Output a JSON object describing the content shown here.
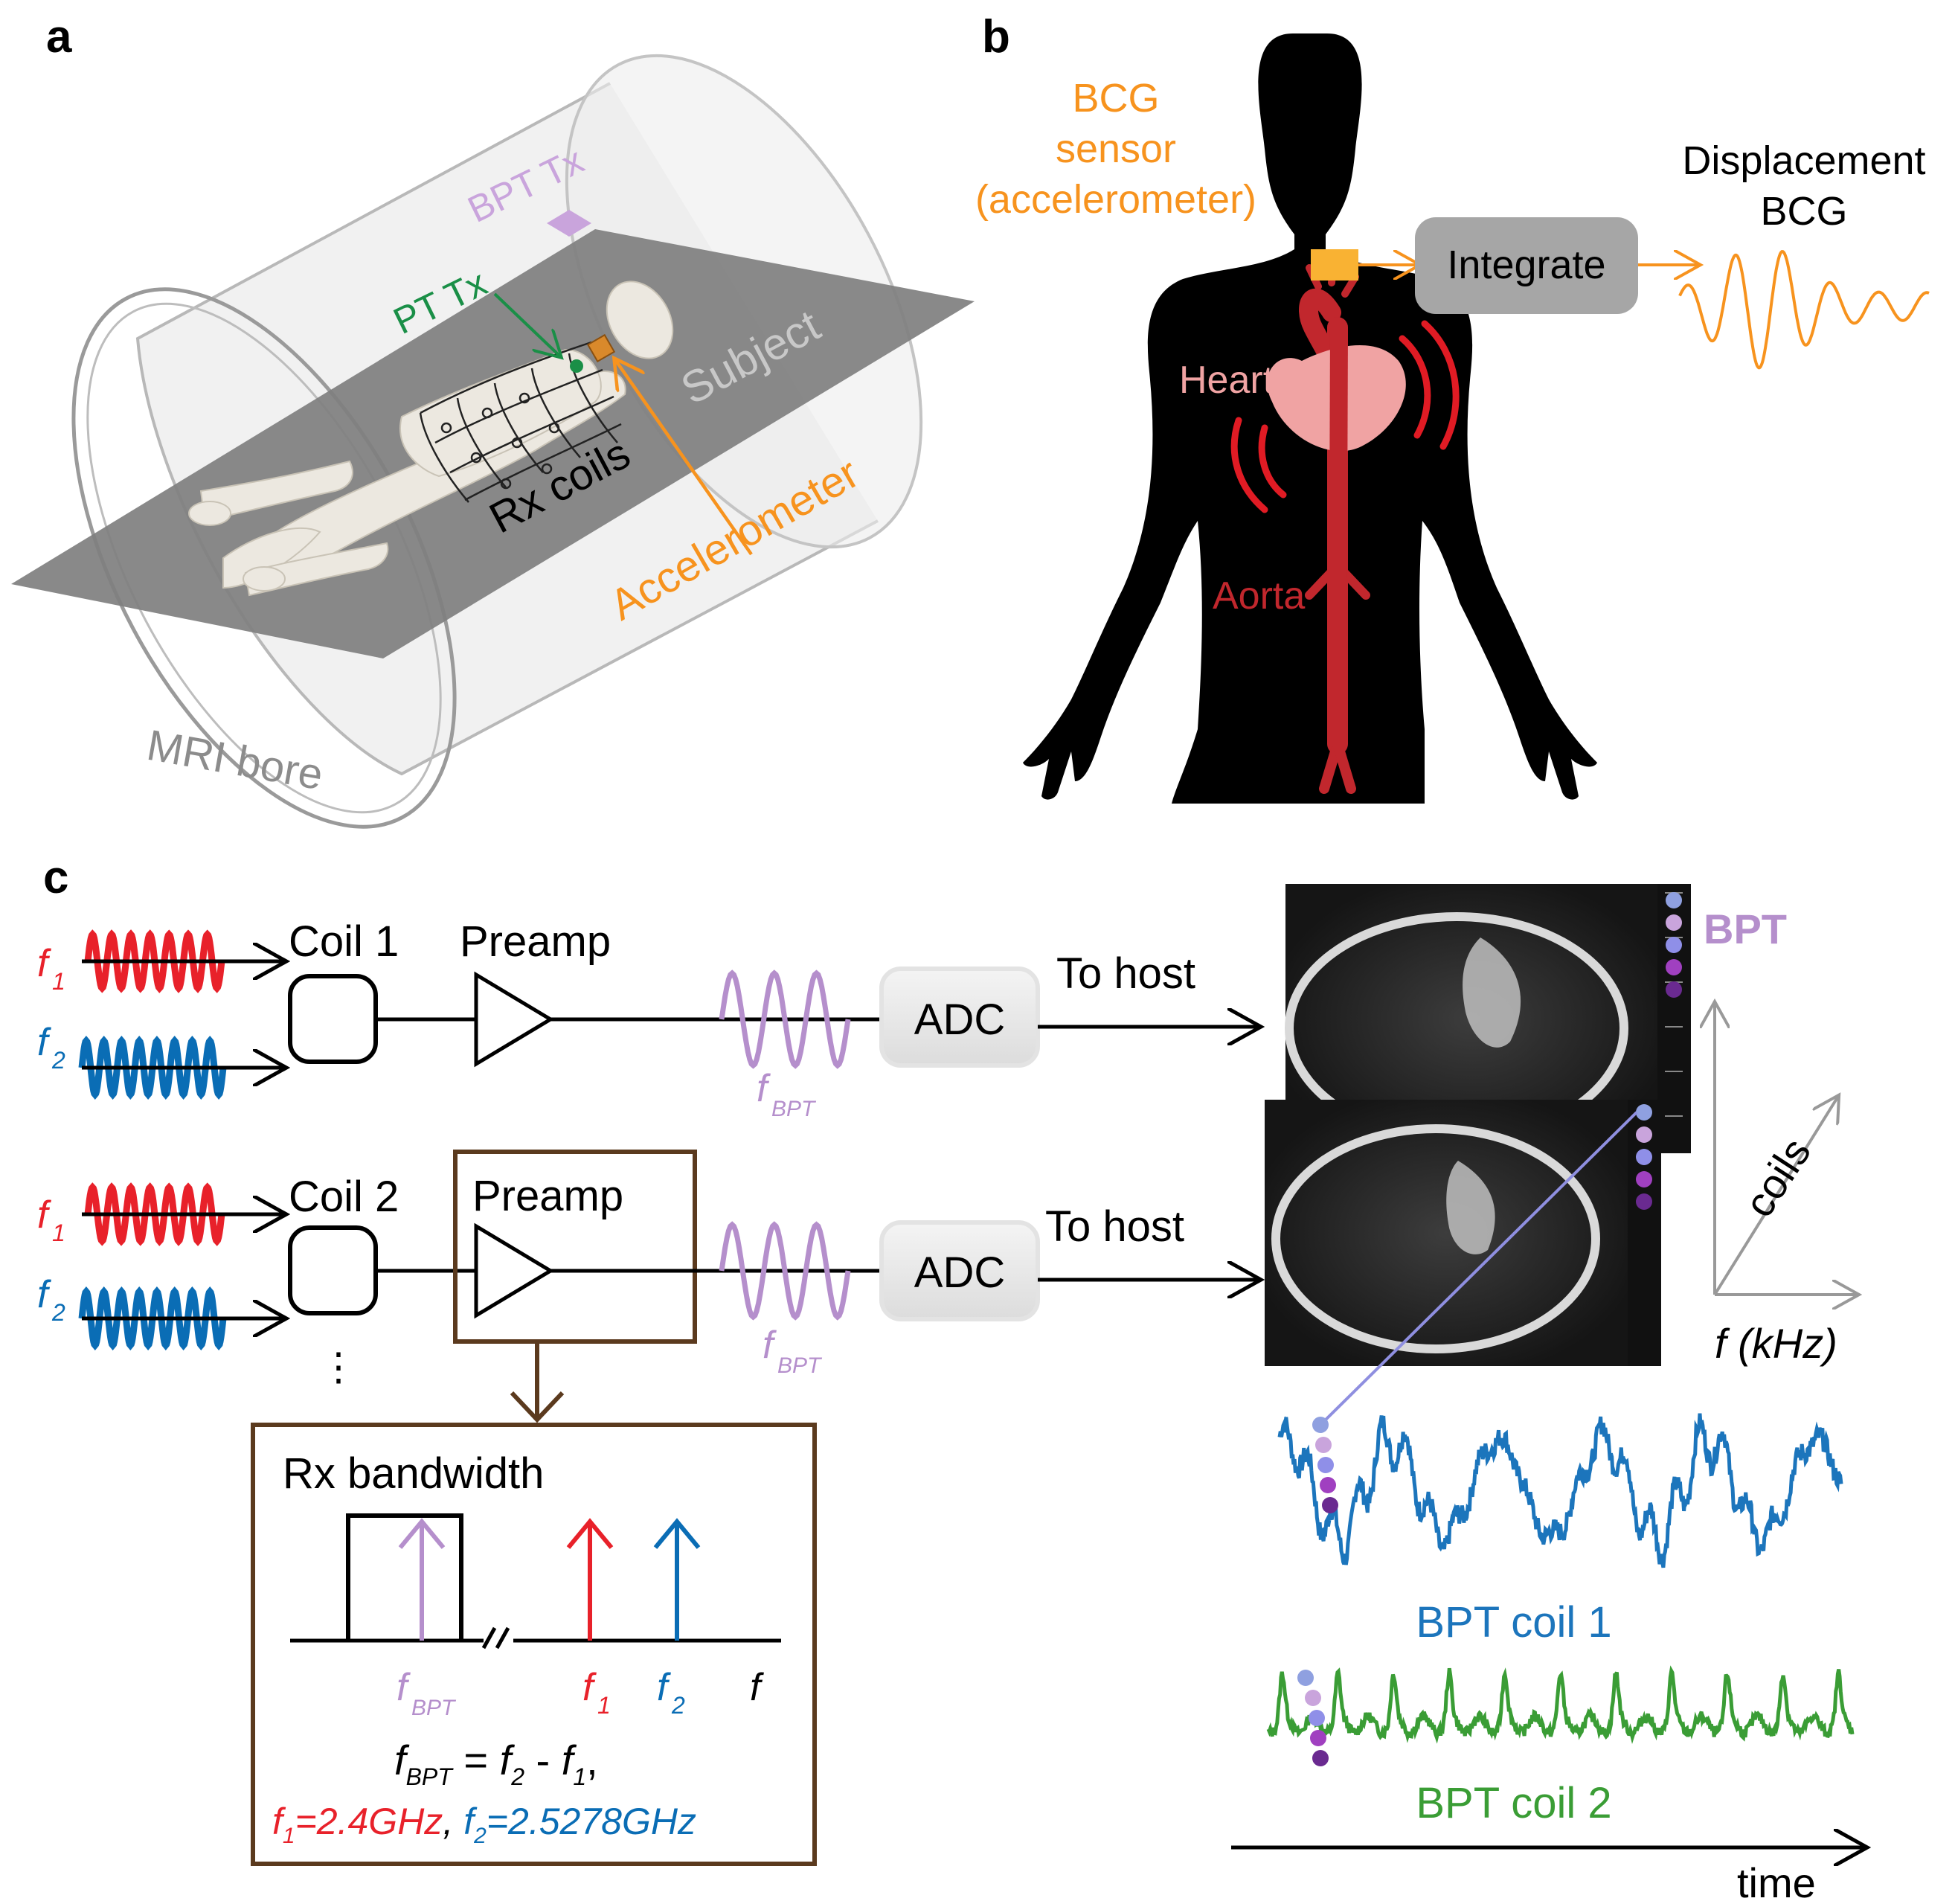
{
  "panels": {
    "a": "a",
    "b": "b",
    "c": "c"
  },
  "panel_a": {
    "bpt_tx": "BPT Tx",
    "pt_tx": "PT Tx",
    "subject": "Subject",
    "rx_coils": "Rx coils",
    "accelerometer": "Accelerometer",
    "mri_bore": "MRI bore"
  },
  "panel_b": {
    "bcg_sensor_1": "BCG",
    "bcg_sensor_2": "sensor",
    "bcg_sensor_3": "(accelerometer)",
    "integrate": "Integrate",
    "displacement_1": "Displacement",
    "displacement_2": "BCG",
    "heart": "Heart",
    "aorta": "Aorta"
  },
  "panel_c": {
    "f": "f",
    "sub1": "1",
    "sub2": "2",
    "sub_bpt": "BPT",
    "coil1": "Coil 1",
    "coil2": "Coil 2",
    "preamp": "Preamp",
    "adc": "ADC",
    "to_host": "To host",
    "vdots": "⋮",
    "rx_bandwidth": "Rx bandwidth",
    "eq_equals": " = ",
    "eq_minus": " - ",
    "eq_comma": ",",
    "f1_value": "=2.4GHz",
    "f2_value": "=2.5278GHz",
    "bpt_label": "BPT",
    "coils_axis": "coils",
    "freq_axis": "f (kHz)",
    "bpt_coil1": "BPT coil 1",
    "bpt_coil2": "BPT coil 2",
    "time_axis": "time"
  },
  "colors": {
    "orange": "#f7931e",
    "green": "#1a8f47",
    "purple": "#b58fcc",
    "red": "#e8212a",
    "blue": "#0a6db5",
    "coil1_trace": "#1c75bc",
    "coil2_trace": "#3a9d35",
    "brown": "#5b3a1e",
    "gray": "#8c8c8c",
    "aorta": "#c1272d",
    "heart": "#f0a3a3"
  }
}
